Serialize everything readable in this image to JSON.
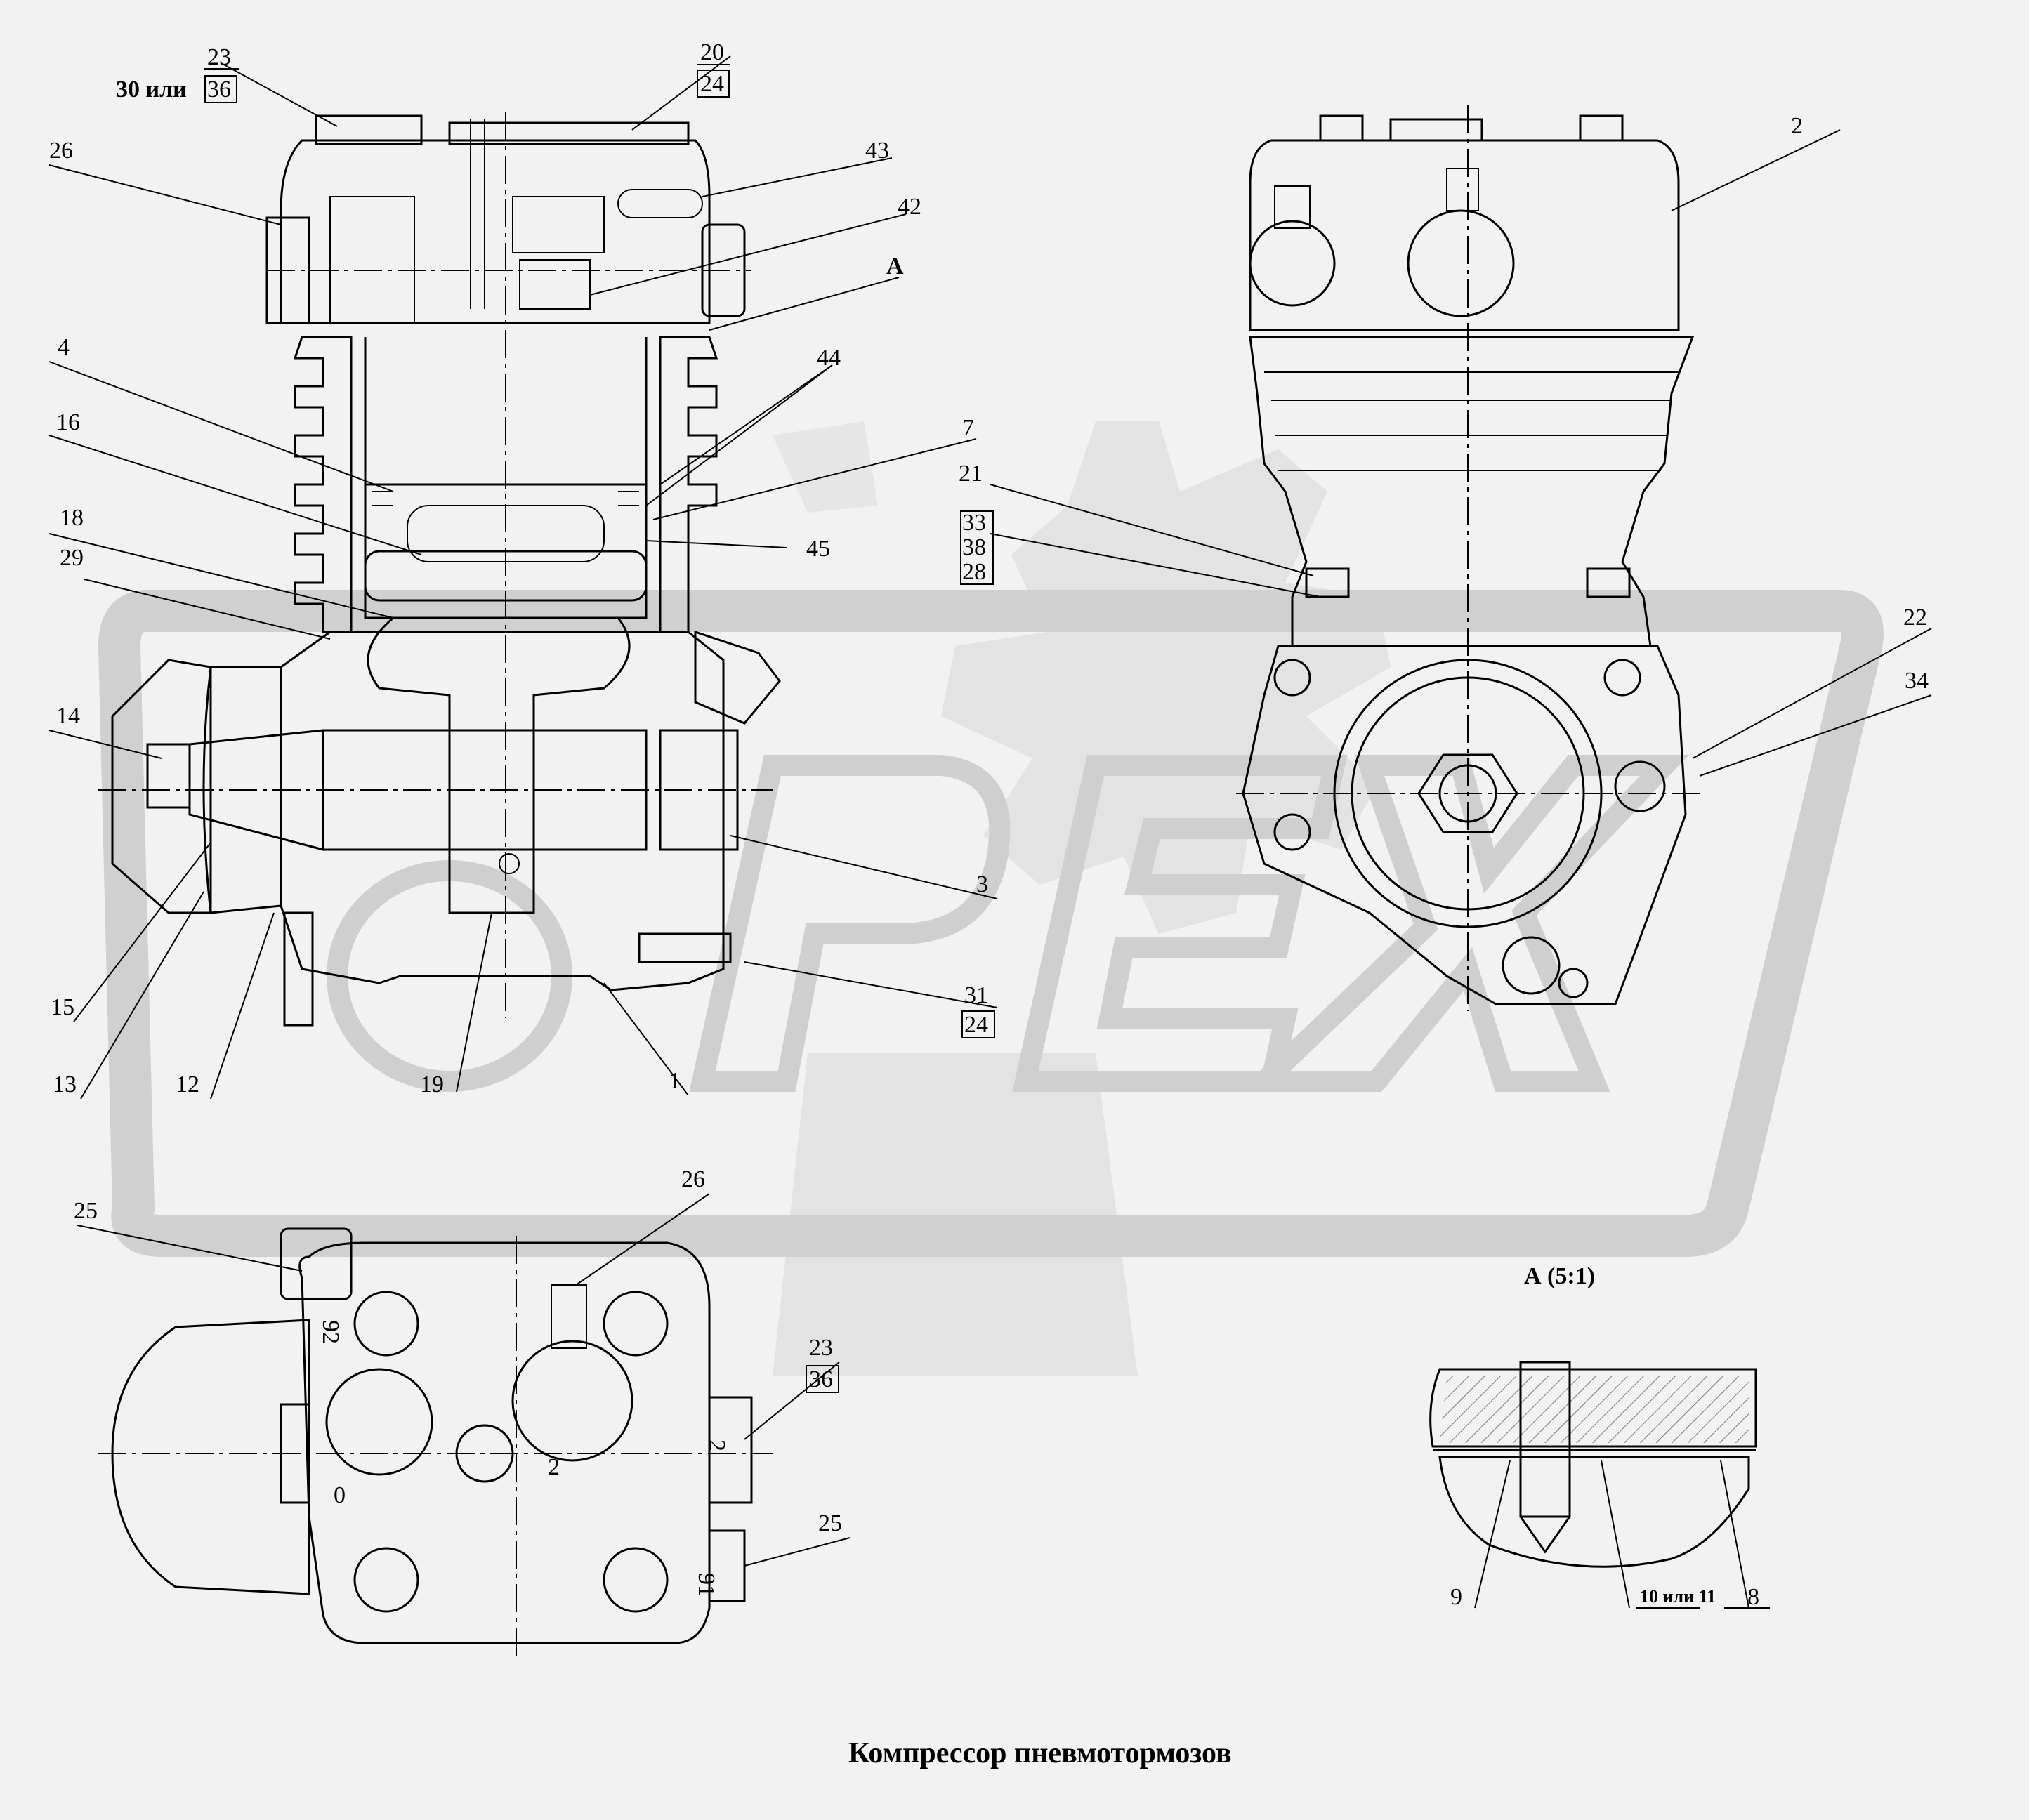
{
  "title": "Компрессор пневмотормозов",
  "detail_title": "А (5:1)",
  "labels": {
    "l23a": "23",
    "l30ili": "30 или",
    "l36a": "36",
    "l20": "20",
    "l24a": "24",
    "l26a": "26",
    "l43": "43",
    "l42": "42",
    "lA": "А",
    "l44": "44",
    "l4": "4",
    "l16": "16",
    "l7": "7",
    "l18": "18",
    "l45": "45",
    "l29": "29",
    "l14": "14",
    "l3": "3",
    "l31": "31",
    "l24b": "24",
    "l15": "15",
    "l13": "13",
    "l12": "12",
    "l19": "19",
    "l1": "1",
    "l2": "2",
    "l21": "21",
    "l33": "33",
    "l38": "38",
    "l28": "28",
    "l22": "22",
    "l34": "34",
    "l25a": "25",
    "l26b": "26",
    "l23b": "23",
    "l36b": "36",
    "l25b": "25",
    "l9": "9",
    "l10ili11": "10 или 11",
    "l8": "8"
  },
  "casting_marks": {
    "m92": "92",
    "m2a": "2",
    "m2b": "2",
    "m0": "0",
    "m91": "91"
  },
  "colors": {
    "background": "#f2f2f2",
    "watermark": "#d9d9d9",
    "ink": "#000000"
  }
}
